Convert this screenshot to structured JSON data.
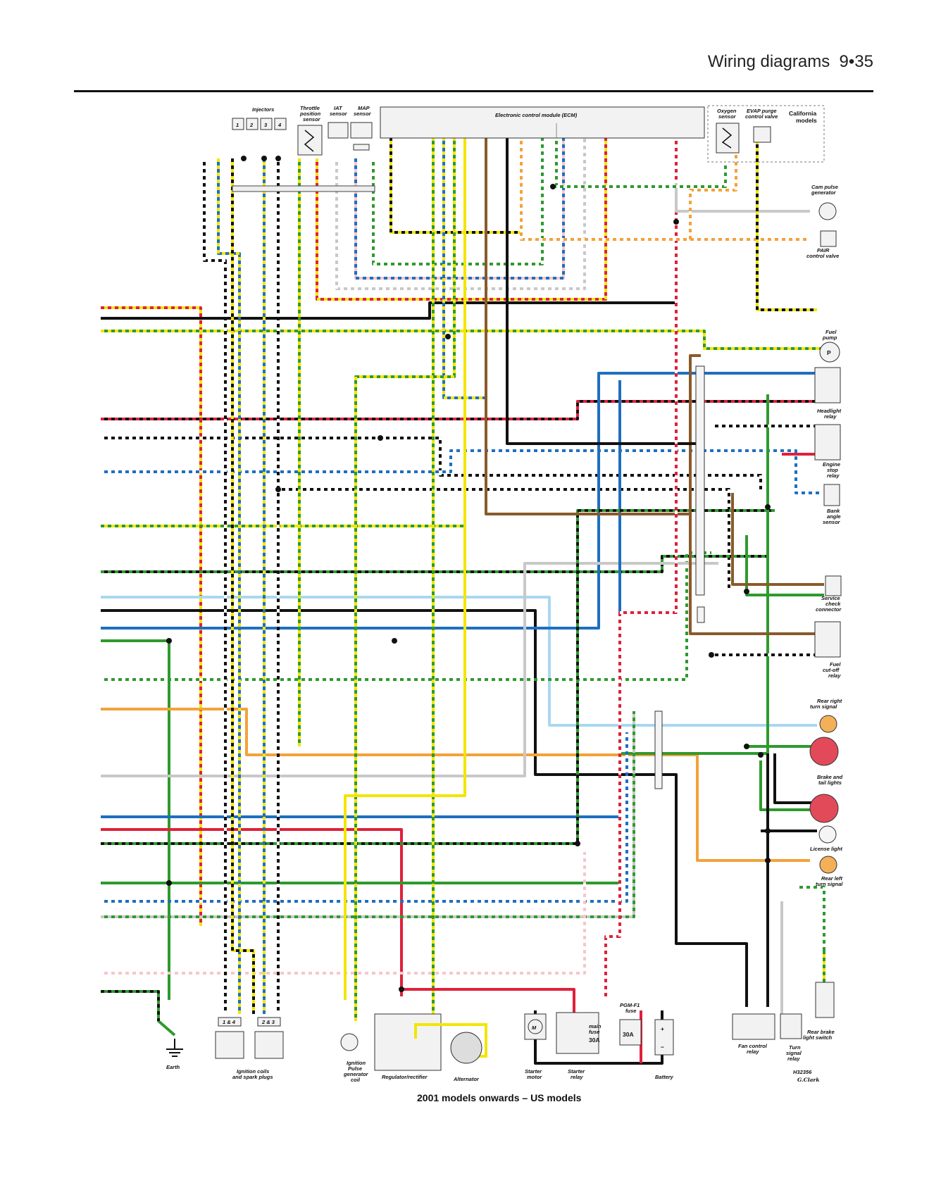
{
  "header": {
    "section": "Wiring diagrams",
    "page": "9•35"
  },
  "caption": "2001 models onwards – US models",
  "figure_code": "H32356",
  "signature_text": "G.Clark",
  "top_components": {
    "injectors": "Injectors",
    "injector_numbers": [
      "1",
      "2",
      "3",
      "4"
    ],
    "throttle_sensor": [
      "Throttle",
      "position",
      "sensor"
    ],
    "iat_sensor": [
      "IAT",
      "sensor"
    ],
    "map_sensor": [
      "MAP",
      "sensor"
    ],
    "ecm": "Electronic control module (ECM)",
    "oxygen_sensor": [
      "Oxygen",
      "sensor"
    ],
    "evap_valve": [
      "EVAP purge",
      "control valve"
    ],
    "california": [
      "California",
      "models"
    ]
  },
  "right_components": {
    "cam_pulse": [
      "Cam pulse",
      "generator"
    ],
    "pair_valve": [
      "PAIR",
      "control valve"
    ],
    "fuel_pump": [
      "Fuel",
      "pump"
    ],
    "fuel_pump_symbol": "P",
    "headlight_relay": [
      "Headlight",
      "relay"
    ],
    "engine_stop_relay": [
      "Engine",
      "stop",
      "relay"
    ],
    "bank_angle": [
      "Bank",
      "angle",
      "sensor"
    ],
    "service_check": [
      "Service",
      "check",
      "connector"
    ],
    "fuel_cutoff": [
      "Fuel",
      "cut-off",
      "relay"
    ],
    "rear_right_turn": [
      "Rear right",
      "turn signal"
    ],
    "brake_tail": [
      "Brake and",
      "tail lights"
    ],
    "license_light": "License light",
    "rear_left_turn": [
      "Rear left",
      "turn signal"
    ],
    "rear_brake_switch": [
      "Rear brake",
      "light switch"
    ],
    "fan_relay": [
      "Fan control",
      "relay"
    ],
    "turn_relay": [
      "Turn",
      "signal",
      "relay"
    ]
  },
  "bottom_components": {
    "earth": "Earth",
    "coils_14": "1 & 4",
    "coils_23": "2 & 3",
    "ignition_coils": [
      "Ignition coils",
      "and spark plugs"
    ],
    "pulse_gen": [
      "Ignition",
      "Pulse",
      "generator",
      "coil"
    ],
    "regulator": "Regulator/rectifier",
    "alternator": "Alternator",
    "starter_motor": [
      "Starter",
      "motor"
    ],
    "starter_motor_symbol": "M",
    "starter_relay": [
      "Starter",
      "relay"
    ],
    "main_fuse": [
      "main",
      "fuse",
      "30A"
    ],
    "pgm_fuse": [
      "PGM-F1",
      "fuse",
      "30A"
    ],
    "battery": "Battery",
    "battery_plus": "+",
    "battery_minus": "−"
  },
  "colors": {
    "black": "#111111",
    "green": "#2e9a2e",
    "yellow": "#f2e600",
    "blue": "#1e6fc0",
    "red": "#e0203a",
    "orange": "#f3a23a",
    "brown": "#8a5a2b",
    "gray": "#c8c8c8",
    "lightblue": "#a8d8f0",
    "pink": "#f6c6cc",
    "white": "#ffffff"
  }
}
